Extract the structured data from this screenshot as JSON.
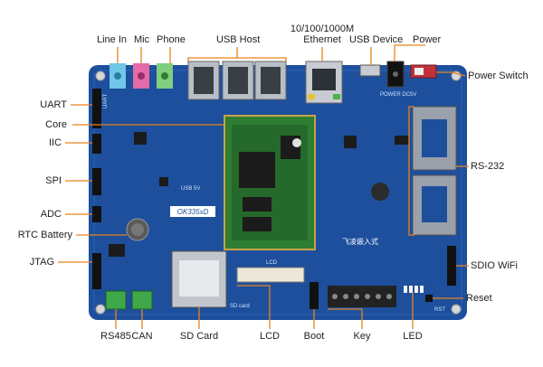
{
  "board": {
    "model_label": "OK335xD",
    "logo_text": "飞凌嵌入式",
    "colors": {
      "pcb": "#1d4f9c",
      "pcb_dark": "#163f80",
      "leader": "#e8821e",
      "label_text": "#222222",
      "core": "#2e7d32"
    }
  },
  "labels": {
    "top": {
      "line_in": "Line In",
      "mic": "Mic",
      "phone": "Phone",
      "usb_host": "USB Host",
      "ethernet_line1": "10/100/1000M",
      "ethernet_line2": "Ethernet",
      "usb_device": "USB Device",
      "power": "Power"
    },
    "left": {
      "uart": "UART",
      "core": "Core",
      "iic": "IIC",
      "spi": "SPI",
      "adc": "ADC",
      "rtc_battery": "RTC Battery",
      "jtag": "JTAG"
    },
    "right": {
      "power_switch": "Power Switch",
      "rs232": "RS-232",
      "sdio_wifi": "SDIO WiFi",
      "reset": "Reset"
    },
    "bottom": {
      "rs485": "RS485",
      "can": "CAN",
      "sd_card": "SD Card",
      "lcd": "LCD",
      "boot": "Boot",
      "key": "Key",
      "led": "LED"
    }
  },
  "silkscreen": {
    "uart": "UART",
    "power_dc5v": "POWER DC5V",
    "usb_5v": "USB 5V",
    "lcd": "LCD",
    "sd_card": "SD card",
    "rst": "RST"
  }
}
